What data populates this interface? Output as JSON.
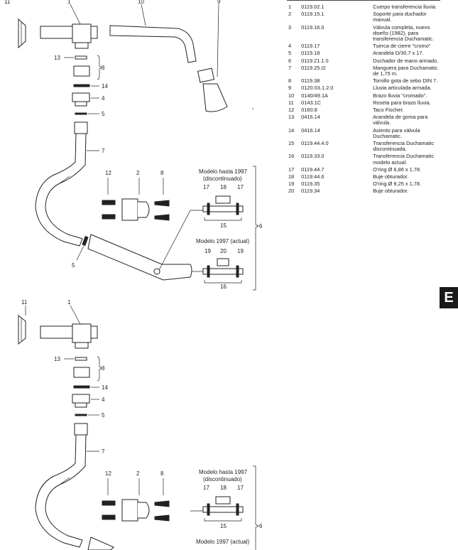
{
  "parts": [
    {
      "num": "1",
      "code": "0119.02.1",
      "desc": "Cuerpo transferencia lluvia."
    },
    {
      "num": "2",
      "code": "0119.15.1",
      "desc": "Soporte para duchador manual."
    },
    {
      "num": "3",
      "code": "0119.16.0",
      "desc": "Válvula completa, nuevo diseño (1982), para transferencia Duchamatic."
    },
    {
      "num": "4",
      "code": "0119.17",
      "desc": "Tuerca de cierre \"cromo\""
    },
    {
      "num": "5",
      "code": "0119.18",
      "desc": "Arandela D/30.7 x 17."
    },
    {
      "num": "6",
      "code": "0119.21.1.0",
      "desc": "Duchador de mano armado."
    },
    {
      "num": "7",
      "code": "0119.25.I2",
      "desc": "Manguera para Duchamatic de 1,75 m."
    },
    {
      "num": "8",
      "code": "0119.38",
      "desc": "Tornillo gota de sebo DIN 7."
    },
    {
      "num": "9",
      "code": "0120.03.1.2.0",
      "desc": "Lluvia articulada armada."
    },
    {
      "num": "10",
      "code": "0140/49.1A",
      "desc": "Brazo lluvia \"cromado\"."
    },
    {
      "num": "11",
      "code": "0143.1C",
      "desc": "Roseta para brazo lluvia."
    },
    {
      "num": "12",
      "code": "0160.8",
      "desc": "Taco Fischer."
    },
    {
      "num": "13",
      "code": "0416.14",
      "desc": "Arandela de goma para válvula."
    },
    {
      "num": "14",
      "code": "0416.14",
      "desc": "Asiento para válvula Duchamatic."
    },
    {
      "num": "15",
      "code": "0119.44.4.0",
      "desc": "Transferencia Duchamatic discontinuada."
    },
    {
      "num": "16",
      "code": "0119.33.0",
      "desc": "Transferencia Duchamatic modelo actual."
    },
    {
      "num": "17",
      "code": "0119.44.7",
      "desc": "O'ring Ø 6,86 x 1,78."
    },
    {
      "num": "18",
      "code": "0119.44.6",
      "desc": "Buje obturador."
    },
    {
      "num": "19",
      "code": "0119.35",
      "desc": "O'ring Ø 9,25 x 1,78."
    },
    {
      "num": "20",
      "code": "0119.34",
      "desc": "Buje obturador."
    }
  ],
  "diagram": {
    "label_modelo_hasta": "Modelo hasta 1997",
    "label_discontinuado": "(discontinuado)",
    "label_modelo_actual": "Modelo 1997 (actual)",
    "callouts": {
      "n1": "1",
      "n2": "2",
      "n3": "3",
      "n4": "4",
      "n5": "5",
      "n6": "6",
      "n7": "7",
      "n8": "8",
      "n9": "9",
      "n10": "10",
      "n11": "11",
      "n12": "12",
      "n13": "13",
      "n14": "14",
      "n15": "15",
      "n16": "16",
      "n17": "17",
      "n18": "18",
      "n19": "19",
      "n20": "20"
    }
  },
  "lang_tab": "E"
}
